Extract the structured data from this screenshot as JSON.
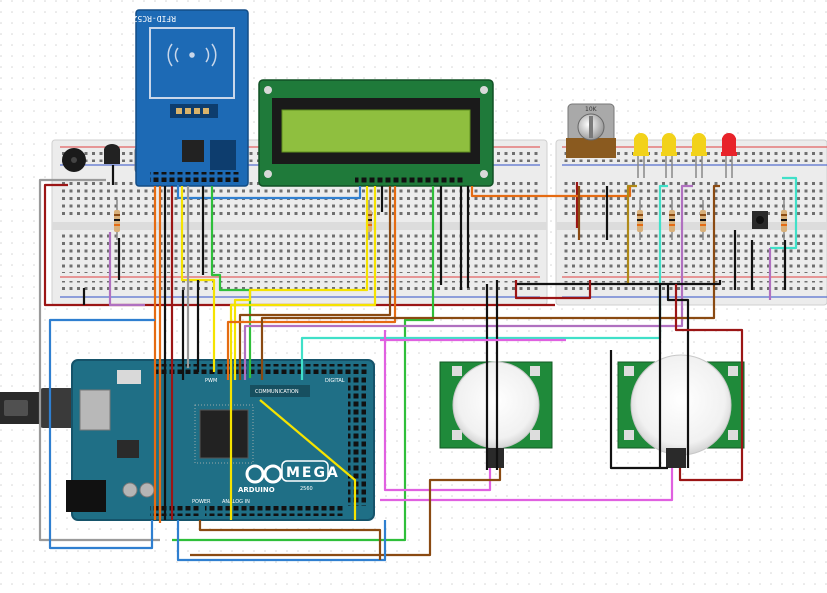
{
  "canvas": {
    "background": "#ffffff",
    "grid_color": "#d6d6d6"
  },
  "rfid": {
    "label": "RFID-RC522",
    "board_color": "#1d6ab5"
  },
  "lcd": {
    "frame_color": "#1f7a3a",
    "screen_color": "#8fbf3f"
  },
  "potentiometer": {
    "label": "10K"
  },
  "leds": [
    {
      "color": "#f2d21a",
      "name": "yellow-led-1"
    },
    {
      "color": "#f2d21a",
      "name": "yellow-led-2"
    },
    {
      "color": "#f2d21a",
      "name": "yellow-led-3"
    },
    {
      "color": "#e8232a",
      "name": "red-led"
    }
  ],
  "arduino": {
    "brand": "ARDUINO",
    "model": "MEGA",
    "model_sub": "2560",
    "header_labels": [
      "PWM",
      "COMMUNICATION",
      "DIGITAL"
    ],
    "bottom_labels": [
      "POWER",
      "ANALOG IN"
    ],
    "board_color": "#1f6f86"
  },
  "pir_sensors": [
    {
      "name": "pir-sensor-left"
    },
    {
      "name": "pir-sensor-right"
    }
  ],
  "wire_colors": {
    "red": "#9b1515",
    "black": "#111111",
    "yellow": "#f5e300",
    "orange": "#e56b12",
    "blue": "#2f7fd0",
    "green": "#2fbf3a",
    "brown": "#8a4a12",
    "grey": "#9a9a9a",
    "purple": "#b070c0",
    "pink": "#e060e0",
    "cyan": "#40e0c8",
    "mustard": "#b08a18"
  }
}
